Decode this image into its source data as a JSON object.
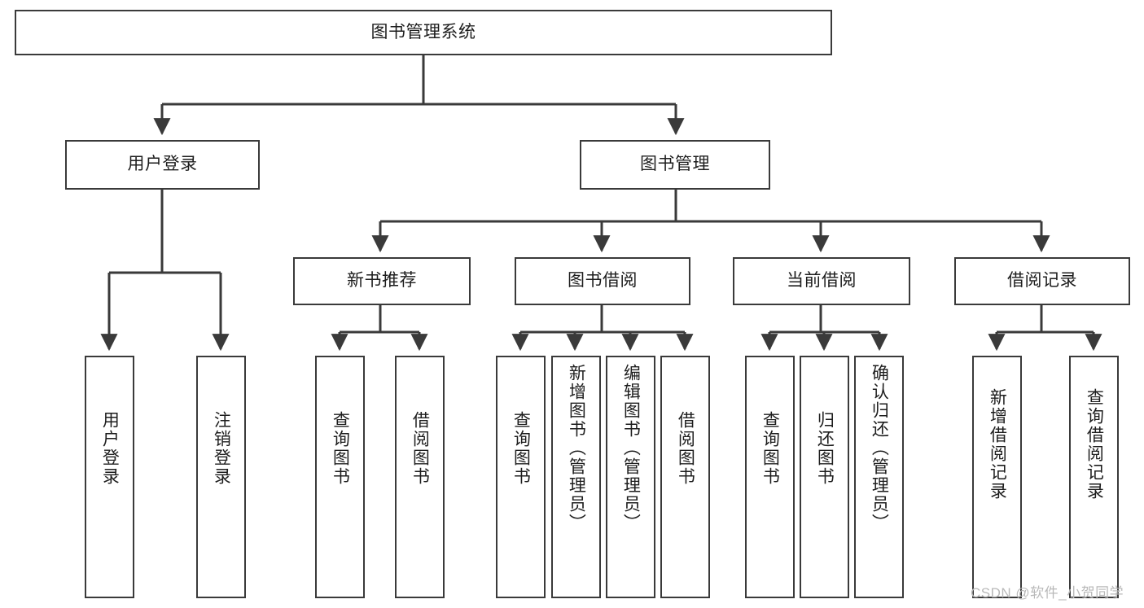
{
  "diagram": {
    "title_node": {
      "label": "图书管理系统"
    },
    "level1": [
      {
        "id": "user-login",
        "label": "用户登录"
      },
      {
        "id": "book-management",
        "label": "图书管理"
      }
    ],
    "level2": [
      {
        "id": "new-book-recommend",
        "label": "新书推荐"
      },
      {
        "id": "book-borrow",
        "label": "图书借阅"
      },
      {
        "id": "current-borrow",
        "label": "当前借阅"
      },
      {
        "id": "borrow-record",
        "label": "借阅记录"
      }
    ],
    "leaves": {
      "user_login": [
        {
          "id": "leaf-user-login",
          "label": "用户登录"
        },
        {
          "id": "leaf-logout-login",
          "label": "注销登录"
        }
      ],
      "new_book_recommend": [
        {
          "id": "leaf-query-book-1",
          "label": "查询图书"
        },
        {
          "id": "leaf-borrow-book-1",
          "label": "借阅图书"
        }
      ],
      "book_borrow": [
        {
          "id": "leaf-query-book-2",
          "label": "查询图书"
        },
        {
          "id": "leaf-add-book",
          "label": "新增图书（管理员）"
        },
        {
          "id": "leaf-edit-book",
          "label": "编辑图书（管理员）"
        },
        {
          "id": "leaf-borrow-book-2",
          "label": "借阅图书"
        }
      ],
      "current_borrow": [
        {
          "id": "leaf-query-book-3",
          "label": "查询图书"
        },
        {
          "id": "leaf-return-book",
          "label": "归还图书"
        },
        {
          "id": "leaf-confirm-return",
          "label": "确认归还（管理员）"
        }
      ],
      "borrow_record": [
        {
          "id": "leaf-add-record",
          "label": "新增借阅记录"
        },
        {
          "id": "leaf-query-record",
          "label": "查询借阅记录"
        }
      ]
    }
  },
  "watermark": {
    "text": "CSDN @软件_小贺同学"
  },
  "colors": {
    "box_border": "#3a3a3a",
    "box_fill": "#ffffff",
    "edge": "#3a3a3a",
    "text": "#1d1d1d",
    "watermark": "#b9b9b9",
    "background": "#ffffff"
  }
}
